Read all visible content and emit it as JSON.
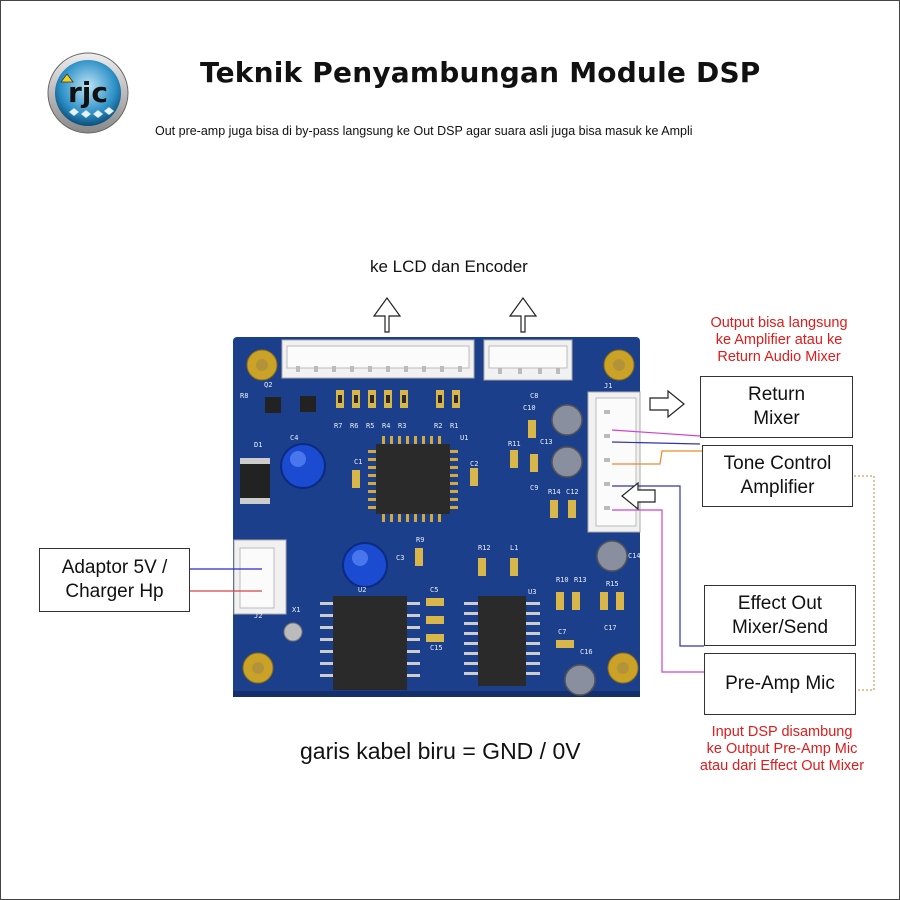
{
  "header": {
    "logo_text": "rjc",
    "title": "Teknik Penyambungan Module DSP",
    "subtitle": "Out pre-amp juga bisa di by-pass langsung ke Out DSP agar suara asli juga bisa masuk ke Ampli"
  },
  "labels": {
    "lcd_encoder": "ke LCD dan Encoder",
    "gnd_note": "garis kabel biru = GND / 0V"
  },
  "boxes": {
    "adaptor": [
      "Adaptor 5V /",
      "Charger Hp"
    ],
    "return_mixer": [
      "Return",
      "Mixer"
    ],
    "tone_control": [
      "Tone Control",
      "Amplifier"
    ],
    "effect_out": [
      "Effect Out",
      "Mixer/Send"
    ],
    "pre_amp": [
      "Pre-Amp Mic"
    ]
  },
  "notes": {
    "output": [
      "Output bisa langsung",
      "ke Amplifier atau ke",
      "Return Audio Mixer"
    ],
    "input": [
      "Input DSP disambung",
      "ke Output Pre-Amp Mic",
      "atau dari Effect Out Mixer"
    ]
  },
  "pcb": {
    "board_color": "#1c3f8c",
    "silkscreen": {
      "q2": "Q2",
      "r8": "R8",
      "d1": "D1",
      "c4": "C4",
      "r7": "R7",
      "r6": "R6",
      "r5": "R5",
      "r4": "R4",
      "r3": "R3",
      "r2": "R2",
      "r1": "R1",
      "u1": "U1",
      "c1": "C1",
      "c2": "C2",
      "c10": "C10",
      "c8": "C8",
      "r11": "R11",
      "c13": "C13",
      "c9": "C9",
      "r14": "R14",
      "c12": "C12",
      "c3": "C3",
      "r9": "R9",
      "r12": "R12",
      "l1": "L1",
      "u2": "U2",
      "u3": "U3",
      "x1": "X1",
      "j2": "J2",
      "c5": "C5",
      "c15": "C15",
      "r10": "R10",
      "r13": "R13",
      "r15": "R15",
      "c17": "C17",
      "c7": "C7",
      "c16": "C16",
      "c14": "C14",
      "j1": "J1"
    }
  },
  "colors": {
    "gnd_wire": "#2a2acc",
    "power_wire": "#d44444",
    "return_wire": "#cc44cc",
    "tone_wire": "#e88a2a",
    "effect_wire": "#3333aa",
    "preamp_wire": "#cc44cc",
    "dotted_wire": "#d0832c",
    "note_red": "#e01b1b"
  }
}
